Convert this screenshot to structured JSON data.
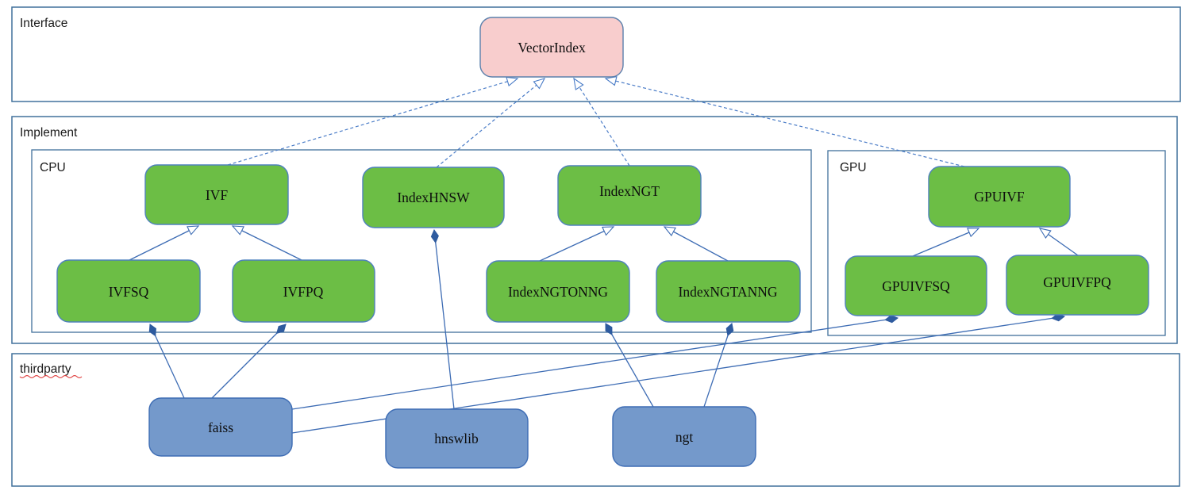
{
  "diagram": {
    "title_hint": "VectorIndex class architecture diagram",
    "containers": {
      "interface": {
        "label": "Interface"
      },
      "implement": {
        "label": "Implement"
      },
      "cpu": {
        "label": "CPU"
      },
      "gpu": {
        "label": "GPU"
      },
      "thirdparty": {
        "label": "thirdparty",
        "misspelled_underline": true
      }
    },
    "nodes": {
      "vectorindex": {
        "label": "VectorIndex",
        "kind": "interface"
      },
      "ivf": {
        "label": "IVF",
        "kind": "cpu-implementation"
      },
      "indexhnsw": {
        "label": "IndexHNSW",
        "kind": "cpu-implementation"
      },
      "indexngt": {
        "label": "IndexNGT",
        "kind": "cpu-implementation"
      },
      "ivfsq": {
        "label": "IVFSQ",
        "kind": "cpu-implementation"
      },
      "ivfpq": {
        "label": "IVFPQ",
        "kind": "cpu-implementation"
      },
      "indexngtonng": {
        "label": "IndexNGTONNG",
        "kind": "cpu-implementation"
      },
      "indexngtanng": {
        "label": "IndexNGTANNG",
        "kind": "cpu-implementation"
      },
      "gpuivf": {
        "label": "GPUIVF",
        "kind": "gpu-implementation"
      },
      "gpuivfsq": {
        "label": "GPUIVFSQ",
        "kind": "gpu-implementation"
      },
      "gpuivfpq": {
        "label": "GPUIVFPQ",
        "kind": "gpu-implementation"
      },
      "faiss": {
        "label": "faiss",
        "kind": "thirdparty-library"
      },
      "hnswlib": {
        "label": "hnswlib",
        "kind": "thirdparty-library"
      },
      "ngt": {
        "label": "ngt",
        "kind": "thirdparty-library"
      }
    },
    "edges": [
      {
        "from": "IVF",
        "to": "VectorIndex",
        "relation": "realization",
        "style": "dashed, hollow arrowhead"
      },
      {
        "from": "IndexHNSW",
        "to": "VectorIndex",
        "relation": "realization",
        "style": "dashed, hollow arrowhead"
      },
      {
        "from": "IndexNGT",
        "to": "VectorIndex",
        "relation": "realization",
        "style": "dashed, hollow arrowhead"
      },
      {
        "from": "GPUIVF",
        "to": "VectorIndex",
        "relation": "realization",
        "style": "dashed, hollow arrowhead"
      },
      {
        "from": "IVFSQ",
        "to": "IVF",
        "relation": "generalization",
        "style": "solid, hollow arrowhead"
      },
      {
        "from": "IVFPQ",
        "to": "IVF",
        "relation": "generalization",
        "style": "solid, hollow arrowhead"
      },
      {
        "from": "IndexNGTONNG",
        "to": "IndexNGT",
        "relation": "generalization",
        "style": "solid, hollow arrowhead"
      },
      {
        "from": "IndexNGTANNG",
        "to": "IndexNGT",
        "relation": "generalization",
        "style": "solid, hollow arrowhead"
      },
      {
        "from": "GPUIVFSQ",
        "to": "GPUIVF",
        "relation": "generalization",
        "style": "solid, hollow arrowhead"
      },
      {
        "from": "GPUIVFPQ",
        "to": "GPUIVF",
        "relation": "generalization",
        "style": "solid, hollow arrowhead"
      },
      {
        "from": "faiss",
        "to": "IVFSQ",
        "relation": "composition",
        "style": "solid, filled diamond"
      },
      {
        "from": "faiss",
        "to": "IVFPQ",
        "relation": "composition",
        "style": "solid, filled diamond"
      },
      {
        "from": "faiss",
        "to": "GPUIVFSQ",
        "relation": "composition",
        "style": "solid, filled diamond"
      },
      {
        "from": "faiss",
        "to": "GPUIVFPQ",
        "relation": "composition",
        "style": "solid, filled diamond"
      },
      {
        "from": "hnswlib",
        "to": "IndexHNSW",
        "relation": "composition",
        "style": "solid, filled diamond"
      },
      {
        "from": "ngt",
        "to": "IndexNGTONNG",
        "relation": "composition",
        "style": "solid, filled diamond"
      },
      {
        "from": "ngt",
        "to": "IndexNGTANNG",
        "relation": "composition",
        "style": "solid, filled diamond"
      }
    ],
    "colors": {
      "interface_fill": "#f8cdcd",
      "implementation_fill": "#6cbe45",
      "thirdparty_fill": "#7499cb",
      "container_border": "#41719c",
      "edge_line": "#3d6cb4",
      "diamond_fill": "#2e5b9f",
      "misspell_underline": "#df3a3a",
      "background": "#ffffff"
    }
  }
}
